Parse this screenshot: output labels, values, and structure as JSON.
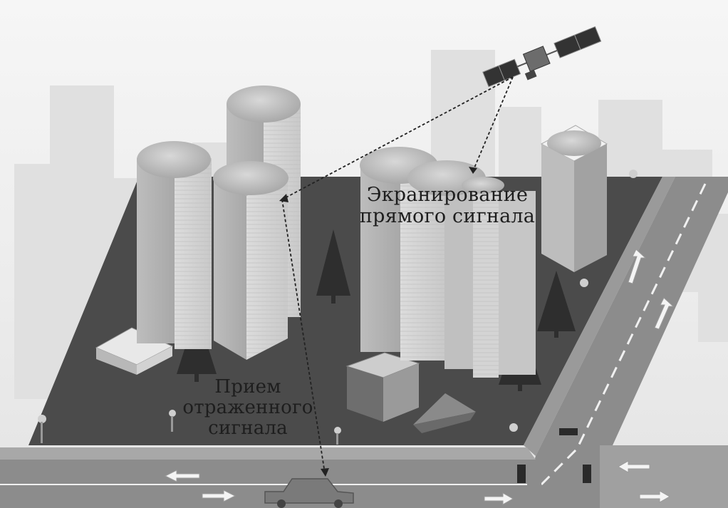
{
  "labels": {
    "shielding": [
      "Экранирование",
      "прямого сигнала"
    ],
    "reflected": [
      "Прием",
      "отраженного",
      "сигнала"
    ]
  },
  "colors": {
    "sky": "#ececec",
    "ground": "#4b4b4b",
    "road": "#8a8a8a",
    "building": "#d0d0d0",
    "tree": "#2f2f2f",
    "signal": "#222222"
  }
}
